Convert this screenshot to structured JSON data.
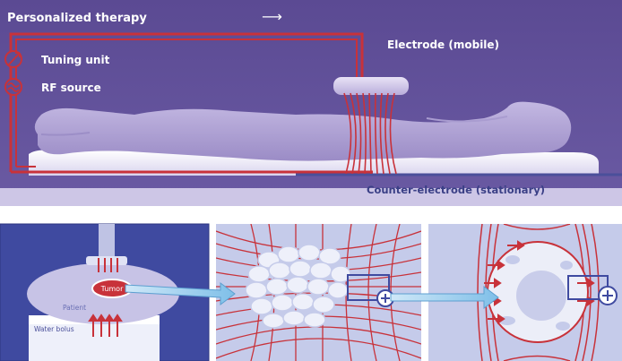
{
  "top": {
    "title": "Personalized therapy",
    "arrow_glyph": "⟶",
    "tuning_label": "Tuning unit",
    "rf_label": "RF source",
    "electrode_label": "Electrode (mobile)",
    "counter_label": "Counter-electrode (stationary)"
  },
  "bottom": {
    "tumor_label": "Tumor",
    "patient_label": "Patient",
    "bolus_label": "Water bolus",
    "plus_glyph": "+"
  },
  "icons": {
    "tuning": "variable-resistor-icon",
    "rf": "ac-source-icon",
    "plus": "plus-icon"
  },
  "colors": {
    "bg_purple": "#5e4f96",
    "field_red": "#c8323a",
    "body_lavender": "#b3a6d6",
    "panel_blue": "#3f4aa0",
    "panel_light": "#bcc3e6",
    "arrow_blue": "#8fc7ea"
  }
}
